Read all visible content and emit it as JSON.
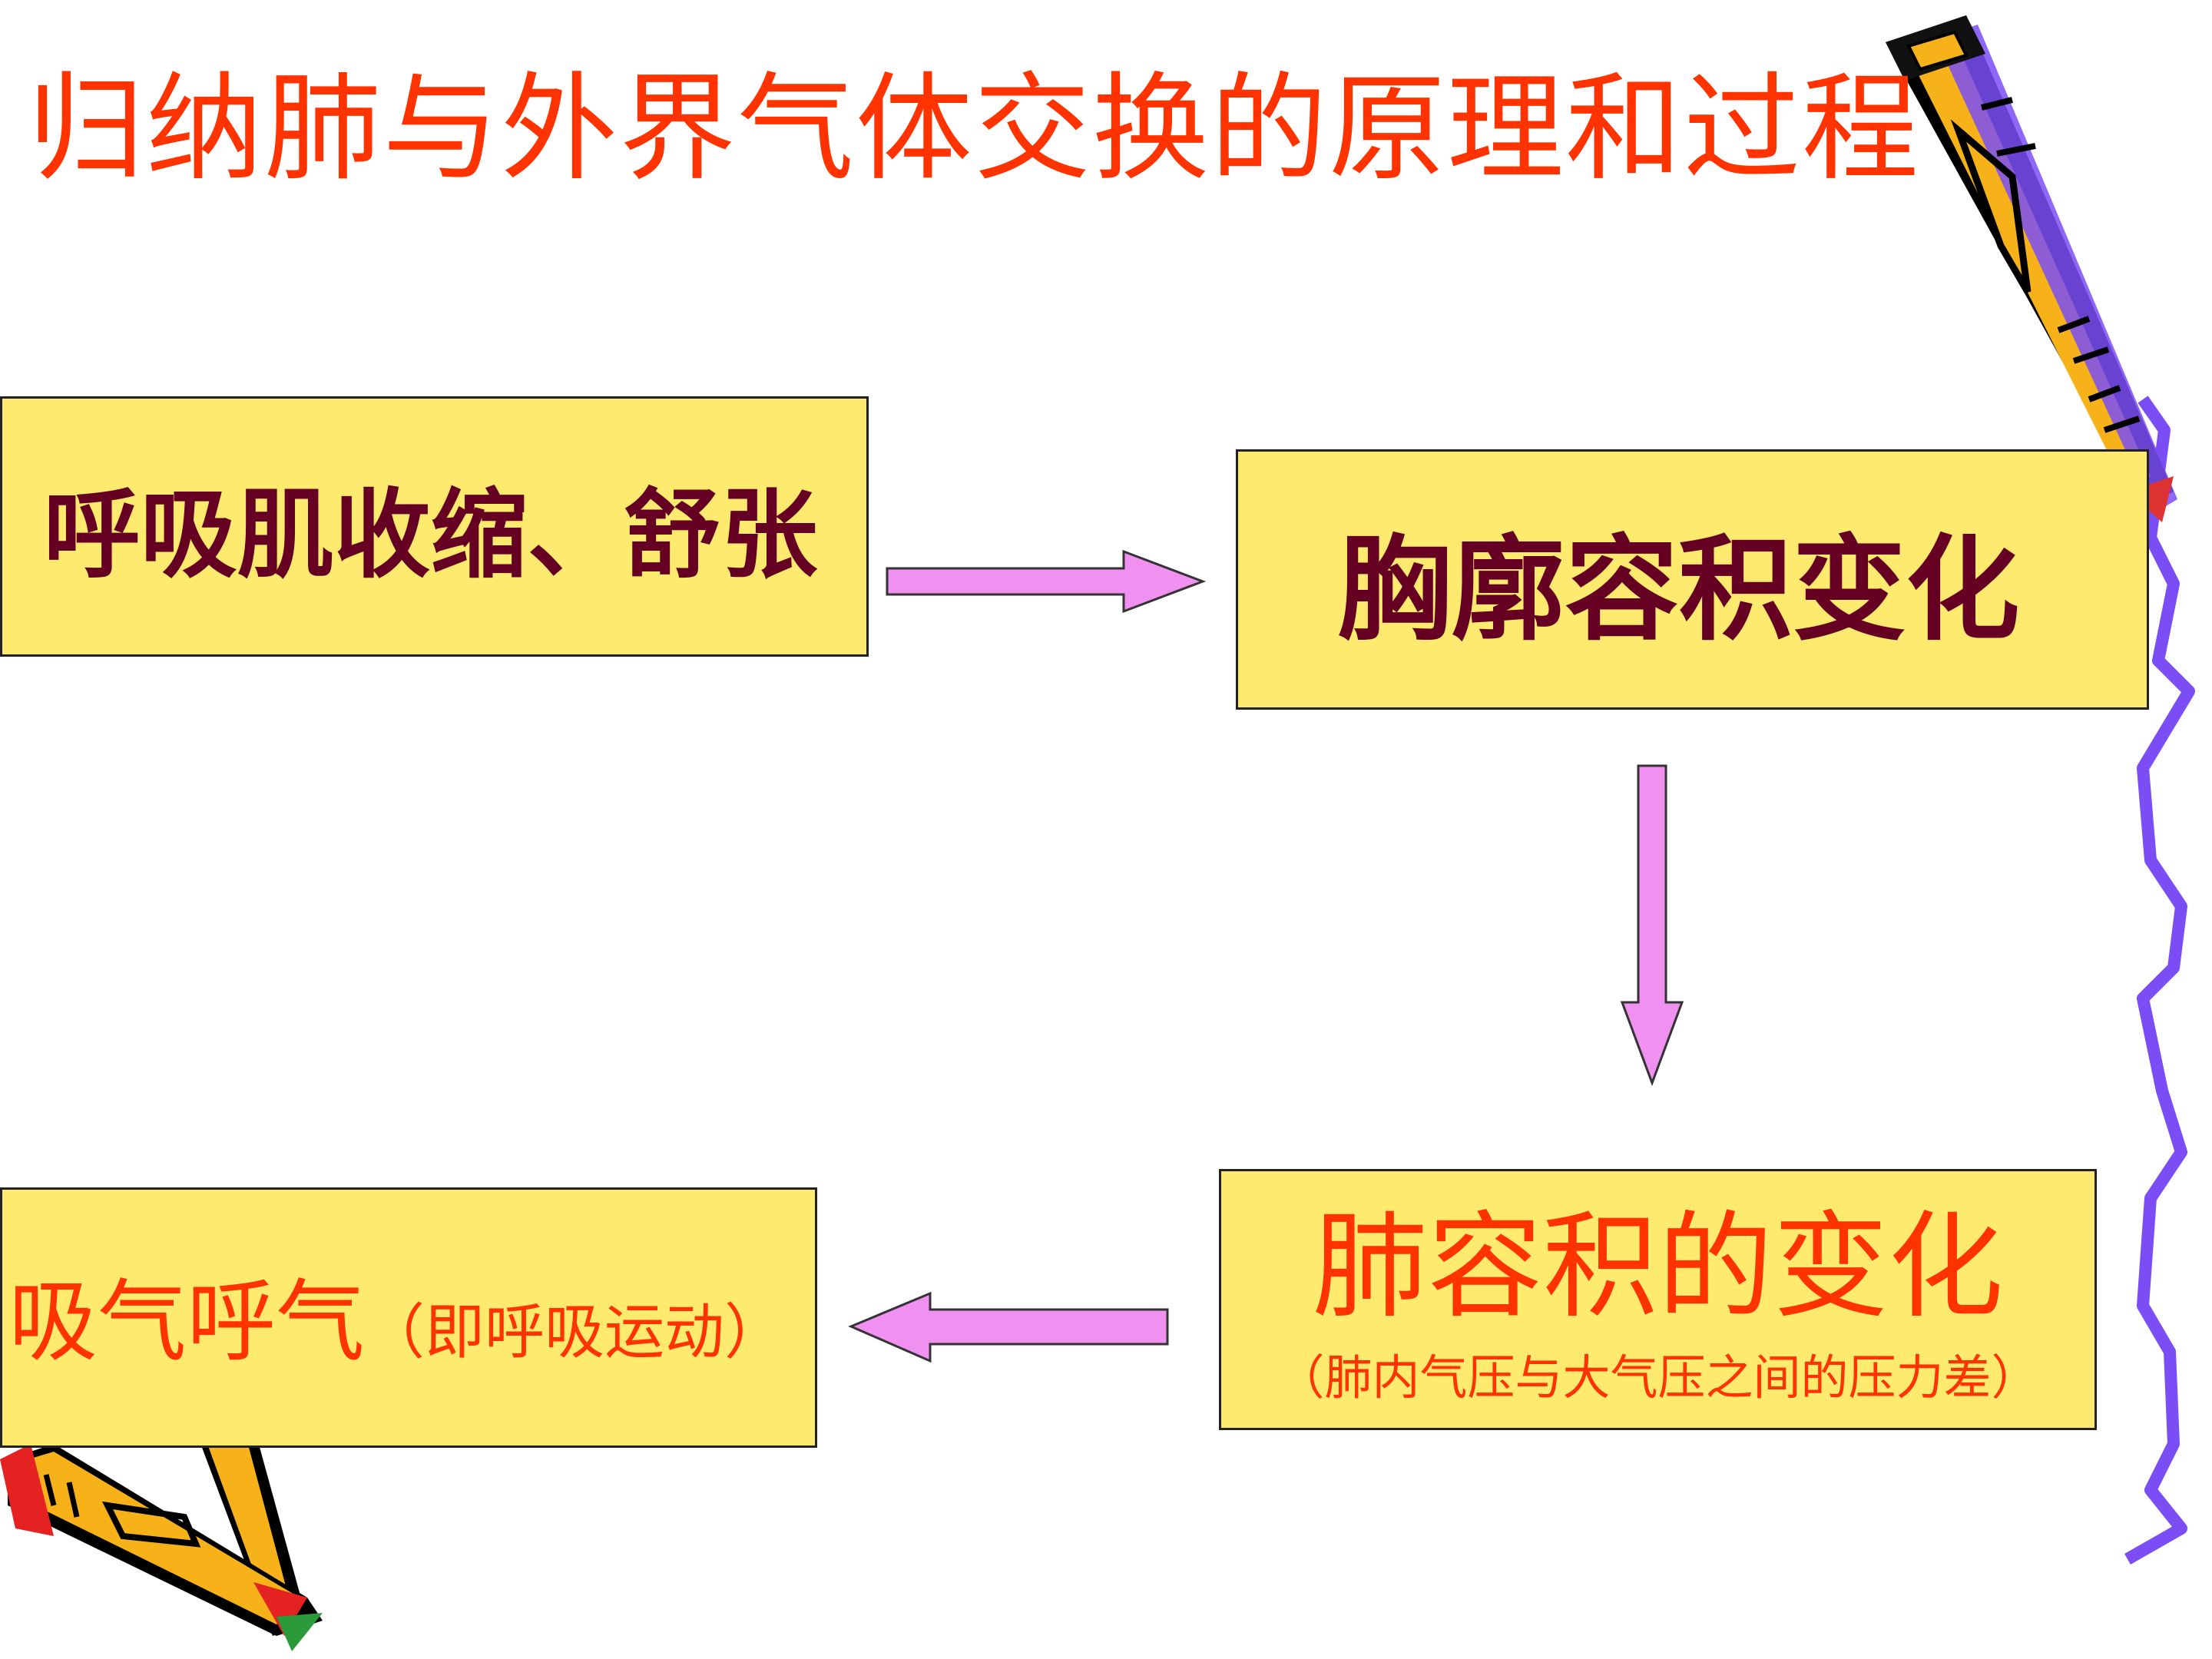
{
  "title": "归纳肺与外界气体交换的原理和过程",
  "boxes": {
    "respiratory_muscle": "呼吸肌收缩、舒张",
    "thorax_volume": "胸廓容积变化",
    "lung_volume": {
      "main": "肺容积的变化",
      "sub": "（肺内气压与大气压之间的压力差）"
    },
    "inhale_exhale": {
      "main": "吸气呼气",
      "sub": "（即呼吸运动）"
    }
  },
  "colors": {
    "title": "#ff3300",
    "box_fill": "#fdea6e",
    "dark_text": "#660022",
    "arrow_fill": "#f090f0",
    "squiggle": "#7a4df5"
  }
}
